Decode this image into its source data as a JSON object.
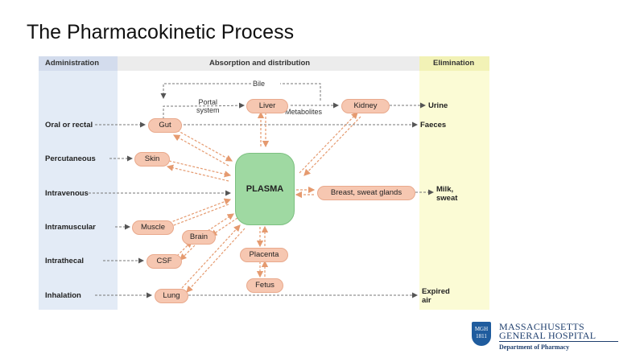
{
  "title": "The Pharmacokinetic Process",
  "headers": {
    "administration": "Administration",
    "absorption": "Absorption and distribution",
    "elimination": "Elimination"
  },
  "routes": [
    "Oral or rectal",
    "Percutaneous",
    "Intravenous",
    "Intramuscular",
    "Intrathecal",
    "Inhalation"
  ],
  "nodes": {
    "gut": "Gut",
    "liver": "Liver",
    "kidney": "Kidney",
    "bile": "Bile",
    "skin": "Skin",
    "plasma": "PLASMA",
    "breast": "Breast, sweat glands",
    "muscle": "Muscle",
    "brain": "Brain",
    "csf": "CSF",
    "placenta": "Placenta",
    "fetus": "Fetus",
    "lung": "Lung"
  },
  "edge_labels": {
    "portal_line1": "Portal",
    "portal_line2": "system",
    "metabolites": "Metabolites"
  },
  "elimination": {
    "urine": "Urine",
    "faeces": "Faeces",
    "milk_line1": "Milk,",
    "milk_line2": "sweat",
    "expired_line1": "Expired",
    "expired_line2": "air"
  },
  "logo": {
    "shield_line1": "MGH",
    "shield_line2": "1811",
    "org_line1": "MASSACHUSETTS",
    "org_line2": "GENERAL HOSPITAL",
    "department": "Department of Pharmacy"
  },
  "colors": {
    "arrow": "#e59a6f",
    "pill_fill": "#f6c7b1",
    "plasma_fill": "#9fd9a2",
    "admin_column": "#e3ebf6",
    "elimination_column": "#fbfbd5",
    "logo_blue": "#1f3f6e"
  }
}
